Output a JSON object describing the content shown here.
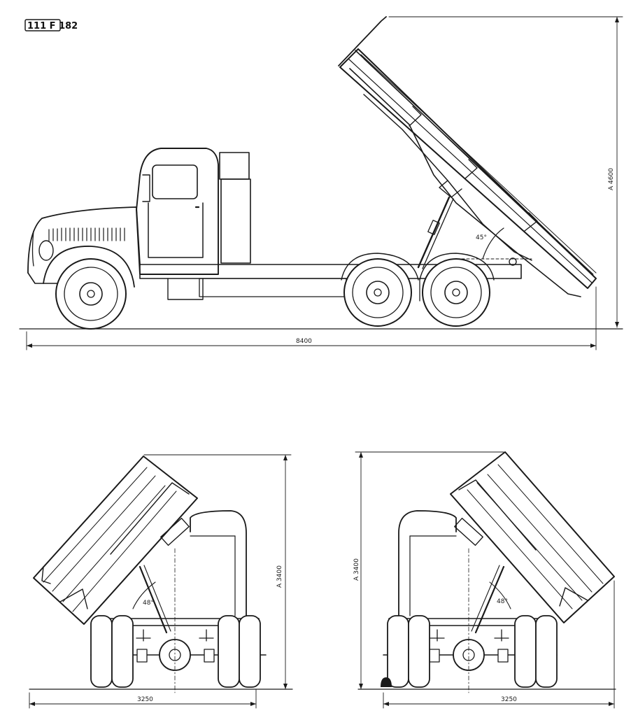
{
  "stamp": "111 F 182",
  "side_view": {
    "length_label": "8400",
    "height_label": "A 4600",
    "tip_angle_label": "45°"
  },
  "rear_view_left": {
    "width_label": "3250",
    "height_label": "A 3400",
    "tip_angle_label": "48°"
  },
  "rear_view_right": {
    "width_label": "3250",
    "height_label": "A 3400",
    "tip_angle_label": "48°"
  },
  "colors": {
    "ink": "#1a1a1a",
    "paper": "#ffffff"
  }
}
